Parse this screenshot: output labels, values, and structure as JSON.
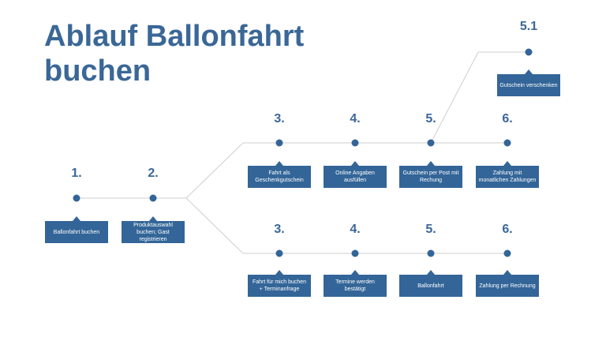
{
  "title": "Ablauf Ballonfahrt buchen",
  "colors": {
    "accent": "#336598",
    "title": "#3a6796",
    "line": "#cfcfcf",
    "box_text": "#ffffff"
  },
  "steps": [
    {
      "id": "s1",
      "number": "1.",
      "label": "Ballonfahrt buchen"
    },
    {
      "id": "s2",
      "number": "2.",
      "label": "Produktauswahl buchen; Gast registrieren"
    },
    {
      "id": "u3",
      "number": "3.",
      "label": "Fahrt als Geschenkgutschein"
    },
    {
      "id": "u4",
      "number": "4.",
      "label": "Online Angaben ausfüllen"
    },
    {
      "id": "u5",
      "number": "5.",
      "label": "Gutschein per Post mit Rechung"
    },
    {
      "id": "u6",
      "number": "6.",
      "label": "Zahlung mit monatlichen Zahlungen"
    },
    {
      "id": "u51",
      "number": "5.1",
      "label": "Gutschein verschenken"
    },
    {
      "id": "l3",
      "number": "3.",
      "label": "Fahrt für mich buchen + Terminanfrage"
    },
    {
      "id": "l4",
      "number": "4.",
      "label": "Termine werden bestätigt"
    },
    {
      "id": "l5",
      "number": "5.",
      "label": "Ballonfahrt"
    },
    {
      "id": "l6",
      "number": "6.",
      "label": "Zahlung per Rechnung"
    }
  ]
}
